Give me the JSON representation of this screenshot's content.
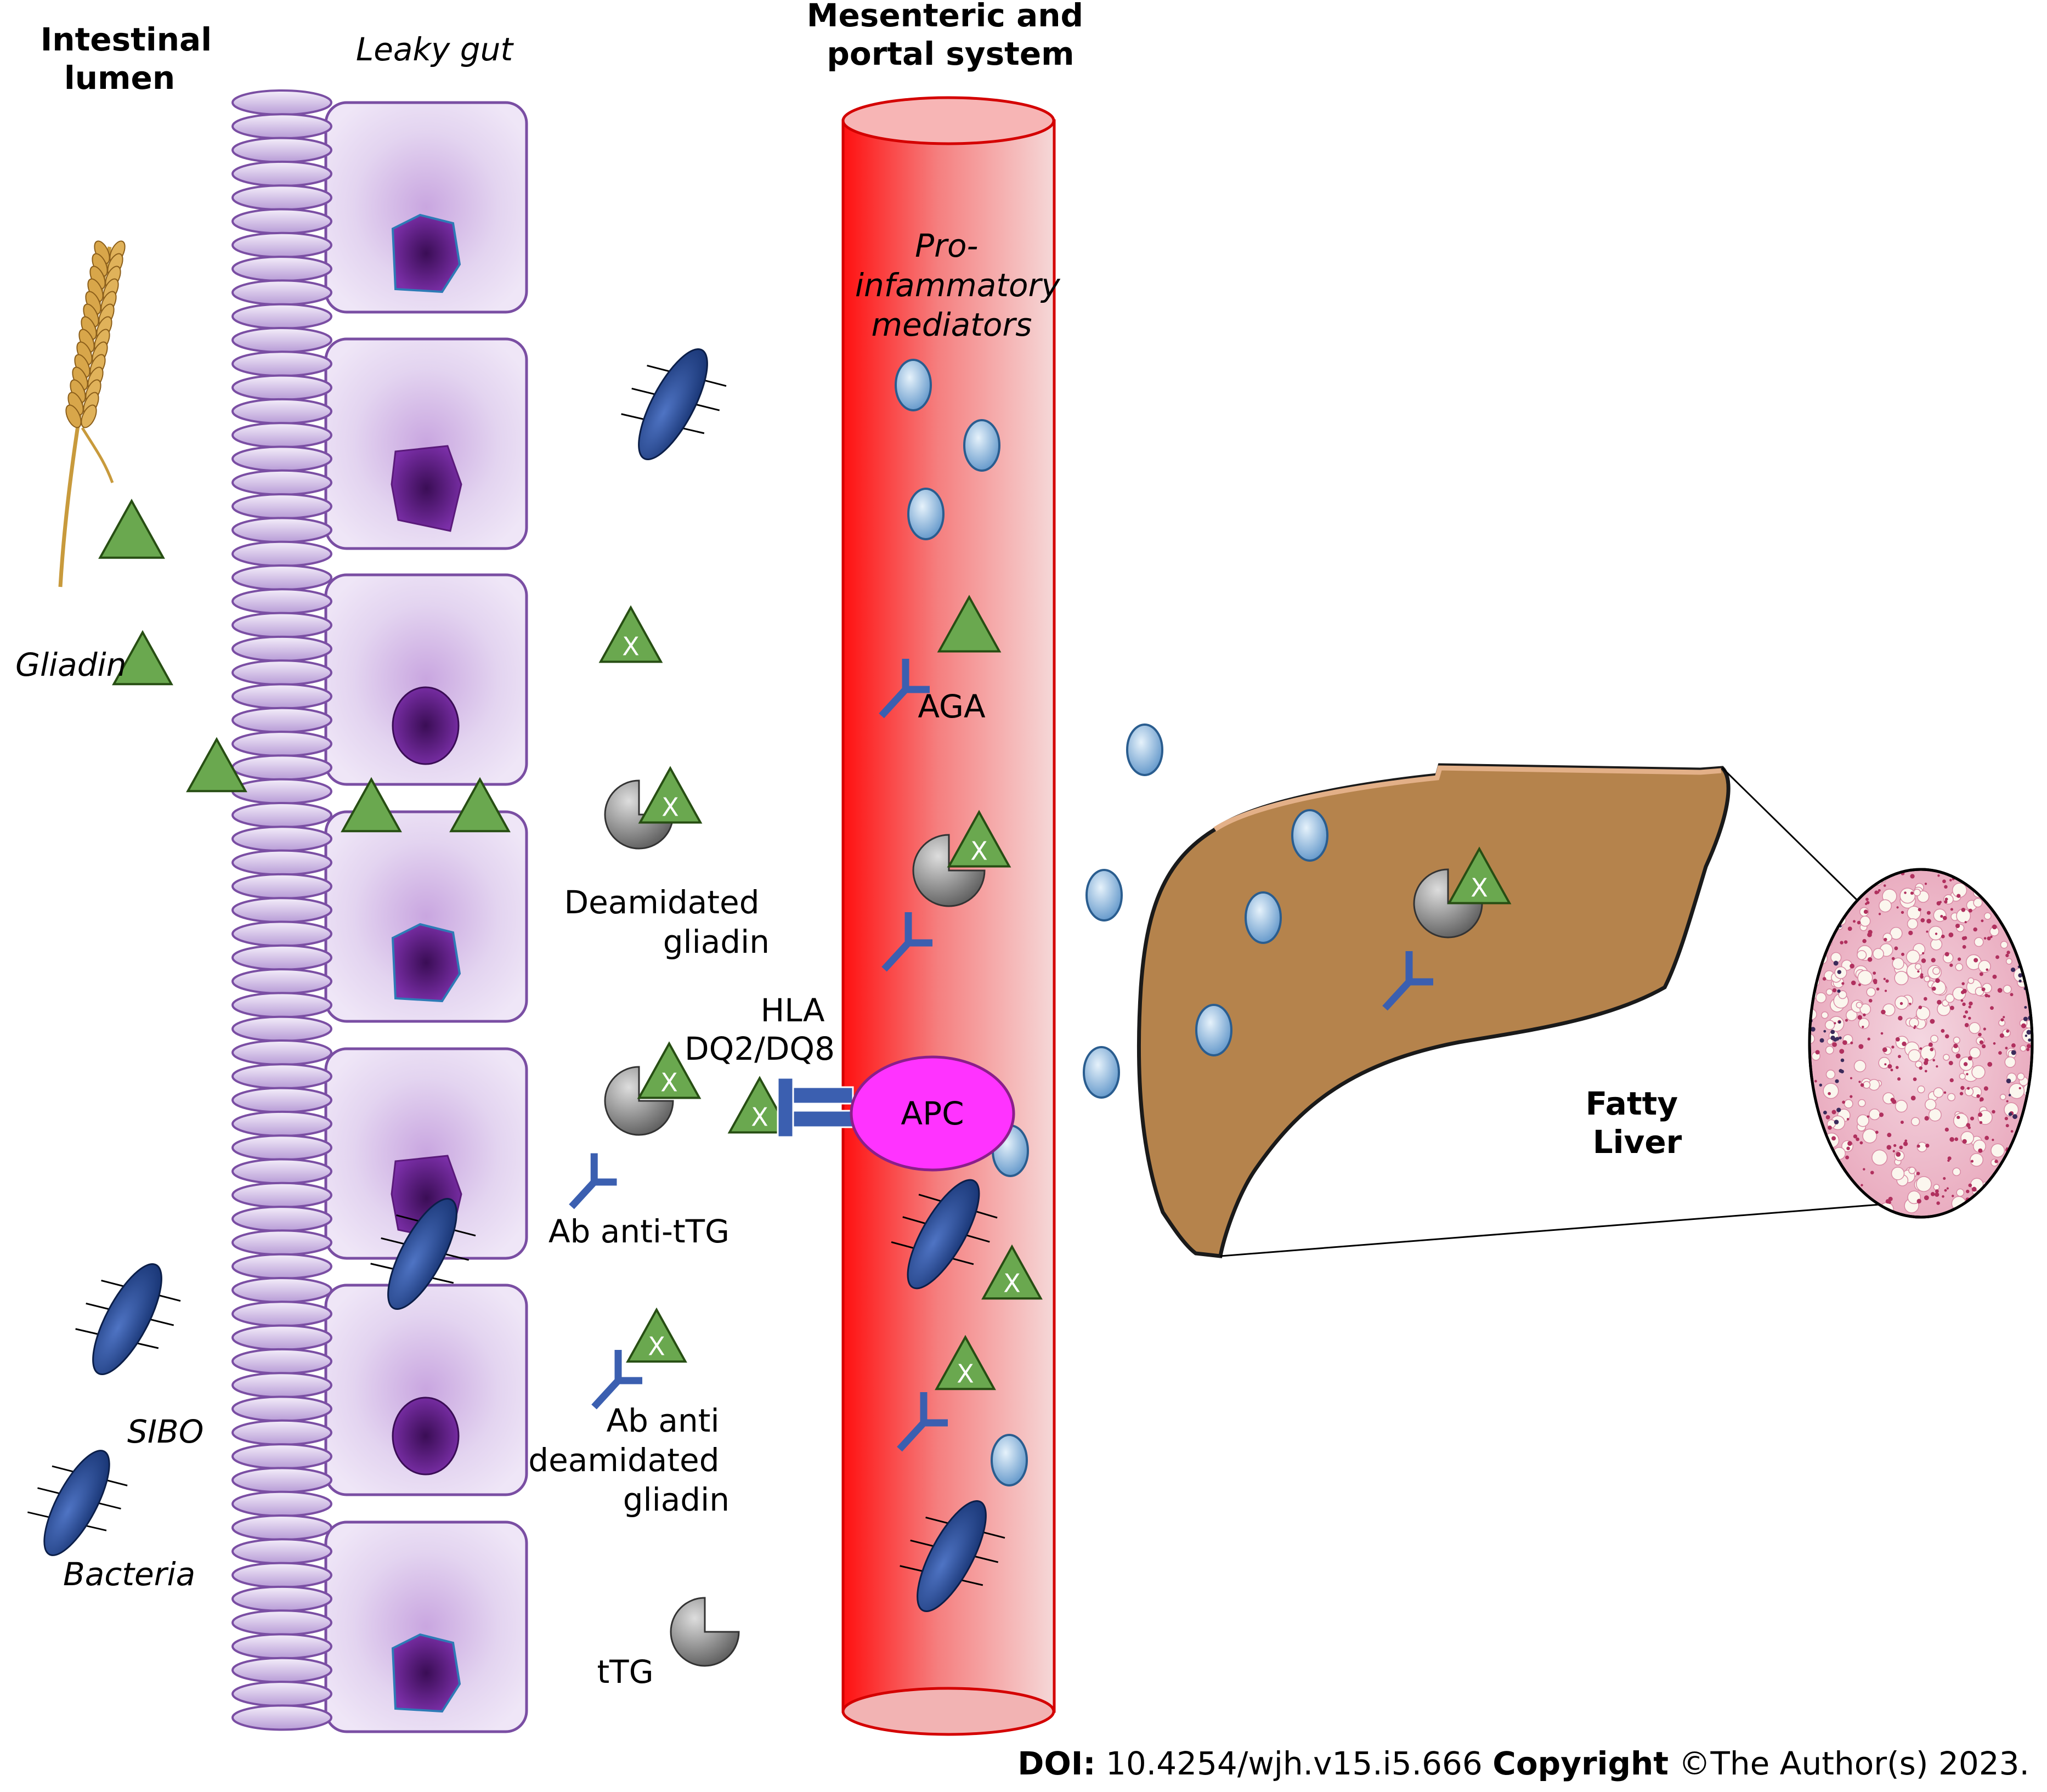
{
  "labels": {
    "intestinal_lumen": [
      "Intestinal",
      "lumen"
    ],
    "leaky_gut": "Leaky gut",
    "mesenteric": [
      "Mesenteric and",
      "portal system"
    ],
    "pro_inflammatory": [
      "Pro-",
      "infammatory",
      "mediators"
    ],
    "gliadin": "Gliadin",
    "sibo": "SIBO",
    "bacteria": "Bacteria",
    "deamidated_gliadin": [
      "Deamidated",
      "gliadin"
    ],
    "hla": [
      "HLA",
      "DQ2/DQ8"
    ],
    "apc": "APC",
    "ab_anti_ttg": "Ab anti-tTG",
    "ab_anti_deamidated": [
      "Ab anti",
      "deamidated",
      "gliadin"
    ],
    "ttg": "tTG",
    "aga": "AGA",
    "fatty_liver": [
      "Fatty",
      "Liver"
    ],
    "x_mark": "X"
  },
  "footer": {
    "doi_label": "DOI:",
    "doi_value": "10.4254/wjh.v15.i5.666",
    "copyright_label": "Copyright",
    "copyright_value": "©The Author(s) 2023."
  },
  "colors": {
    "vessel_red": "#ff1a1a",
    "liver_brown": "#b5834c",
    "gliadin_green": "#6aa84f",
    "antibody_blue": "#3b5fb0",
    "apc_magenta": "#ff33ff",
    "cell_lilac": "#e6d9f2",
    "nucleus_purple": "#5a1a7a",
    "bacteria_blue": "#1f3f8a"
  }
}
